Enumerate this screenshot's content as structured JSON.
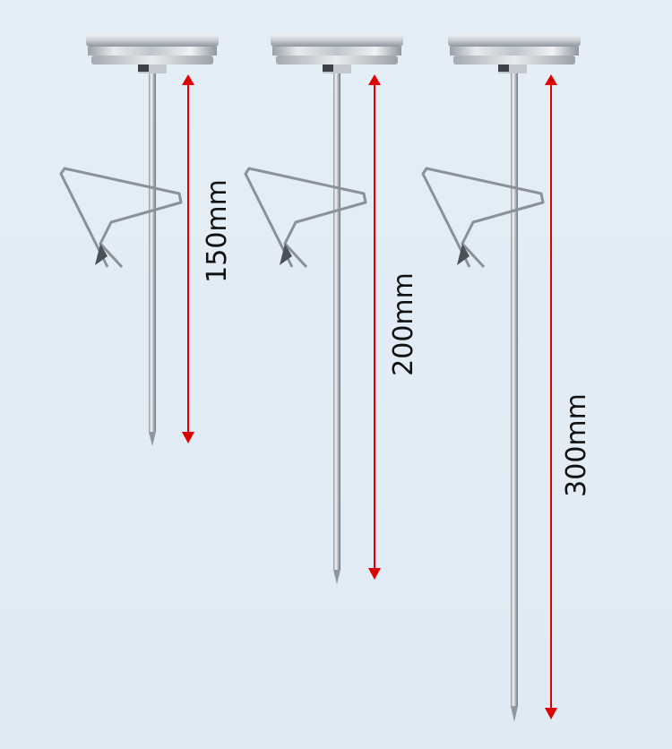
{
  "thermometers": [
    {
      "id": "150",
      "length_label": "150mm"
    },
    {
      "id": "200",
      "length_label": "200mm"
    },
    {
      "id": "300",
      "length_label": "300mm"
    }
  ],
  "colors": {
    "background": "#e2edf6",
    "dimension_arrow": "#e00000",
    "steel": "#b8bec5",
    "dial_housing": "#d9dde1"
  },
  "icons": {
    "dial": "dial-housing",
    "clip": "pot-clip",
    "probe": "steel-probe",
    "arrow": "dimension-arrow"
  }
}
